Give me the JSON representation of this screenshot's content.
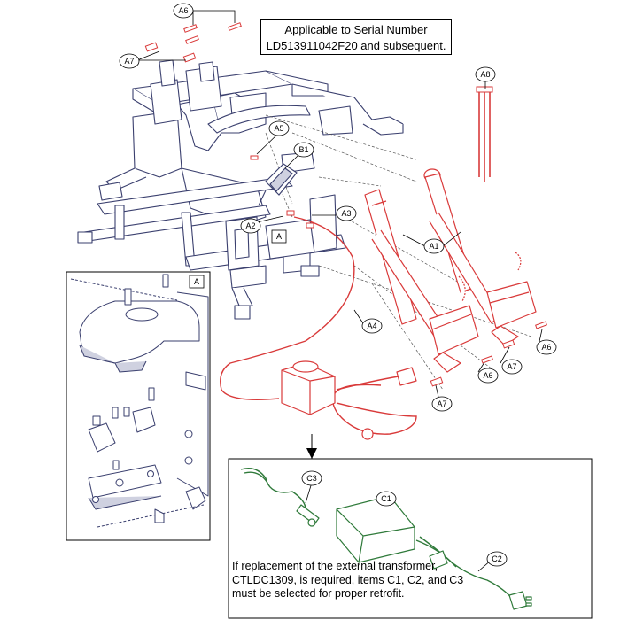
{
  "notes": {
    "serial_line1": "Applicable to Serial Number",
    "serial_line2": "LD513911042F20 and subsequent.",
    "retrofit_line1": "If replacement of the external transformer,",
    "retrofit_line2": "CTLDC1309, is required, items C1, C2, and C3",
    "retrofit_line3": "must be selected for proper retrofit."
  },
  "callouts": {
    "a1": "A1",
    "a2": "A2",
    "a3": "A3",
    "a4": "A4",
    "a5": "A5",
    "a6_top": "A6",
    "a6_right": "A6",
    "a6_mid": "A6",
    "a7_top": "A7",
    "a7_right": "A7",
    "a7_bottom": "A7",
    "a8": "A8",
    "b1": "B1",
    "c1": "C1",
    "c2": "C2",
    "c3": "C3",
    "a_ref": "A",
    "a_inset": "A"
  },
  "colors": {
    "line": "#3a3f6e",
    "highlight": "#d93a3a",
    "green": "#2f7a3a",
    "frame_fill": "#ffffff",
    "shade": "#cfd1e0"
  }
}
